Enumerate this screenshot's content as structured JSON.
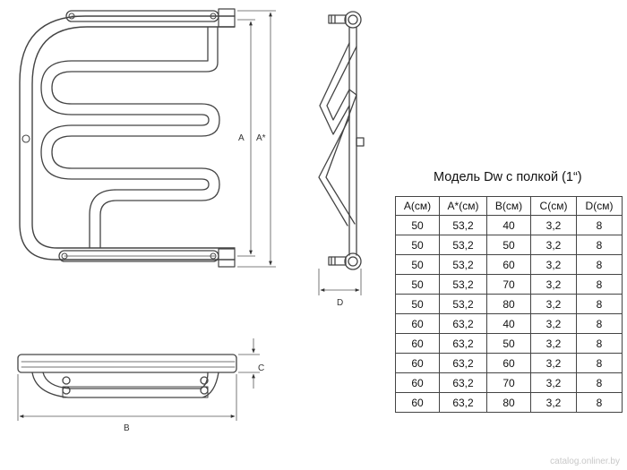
{
  "model_title": "Модель Dw с полкой (1“)",
  "dimension_labels": {
    "a": "A",
    "a_star": "A*",
    "b": "B",
    "c": "C",
    "d": "D"
  },
  "table": {
    "headers": [
      "A(см)",
      "A*(см)",
      "B(см)",
      "C(см)",
      "D(см)"
    ],
    "rows": [
      [
        "50",
        "53,2",
        "40",
        "3,2",
        "8"
      ],
      [
        "50",
        "53,2",
        "50",
        "3,2",
        "8"
      ],
      [
        "50",
        "53,2",
        "60",
        "3,2",
        "8"
      ],
      [
        "50",
        "53,2",
        "70",
        "3,2",
        "8"
      ],
      [
        "50",
        "53,2",
        "80",
        "3,2",
        "8"
      ],
      [
        "60",
        "63,2",
        "40",
        "3,2",
        "8"
      ],
      [
        "60",
        "63,2",
        "50",
        "3,2",
        "8"
      ],
      [
        "60",
        "63,2",
        "60",
        "3,2",
        "8"
      ],
      [
        "60",
        "63,2",
        "70",
        "3,2",
        "8"
      ],
      [
        "60",
        "63,2",
        "80",
        "3,2",
        "8"
      ]
    ]
  },
  "watermark": "catalog.onliner.by"
}
